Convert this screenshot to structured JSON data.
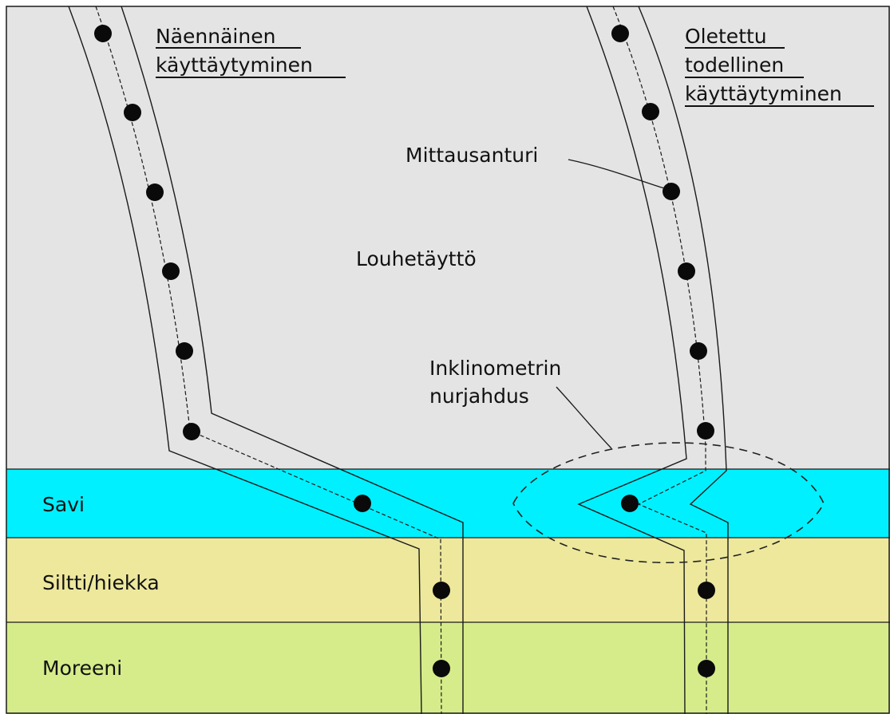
{
  "labels": {
    "apparent_line1": "Näennäinen",
    "apparent_line2": "käyttäytyminen",
    "actual_line1": "Oletettu",
    "actual_line2": "todellinen",
    "actual_line3": "käyttäytyminen",
    "sensor": "Mittausanturi",
    "fill": "Louhetäyttö",
    "buckling_line1": "Inklinometrin",
    "buckling_line2": "nurjahdus"
  },
  "layers": [
    {
      "name": "Louhetäyttö",
      "label": "",
      "color": "#e4e4e4"
    },
    {
      "name": "Savi",
      "label": "Savi",
      "color": "#00f0ff"
    },
    {
      "name": "Siltti/hiekka",
      "label": "Siltti/hiekka",
      "color": "#ede89c"
    },
    {
      "name": "Moreeni",
      "label": "Moreeni",
      "color": "#d6ec8a"
    }
  ],
  "colors": {
    "outline": "#1a1a1a",
    "sensor": "#0a0a0a",
    "text": "#111111"
  }
}
